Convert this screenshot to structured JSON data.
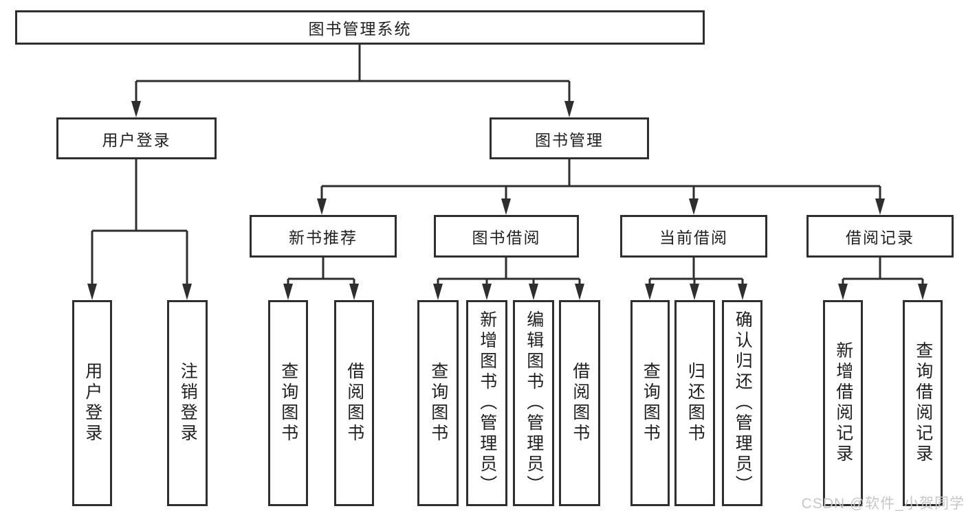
{
  "diagram": {
    "root": {
      "label": "图书管理系统"
    },
    "branches": [
      {
        "label": "用户登录",
        "children": [
          "用户登录",
          "注销登录"
        ]
      },
      {
        "label": "图书管理",
        "children": [
          {
            "label": "新书推荐",
            "children": [
              "查询图书",
              "借阅图书"
            ]
          },
          {
            "label": "图书借阅",
            "children": [
              "查询图书",
              "新增图书（管理员）",
              "编辑图书（管理员）",
              "借阅图书"
            ]
          },
          {
            "label": "当前借阅",
            "children": [
              "查询图书",
              "归还图书",
              "确认归还（管理员）"
            ]
          },
          {
            "label": "借阅记录",
            "children": [
              "新增借阅记录",
              "查询借阅记录"
            ]
          }
        ]
      }
    ]
  },
  "watermark": {
    "text": "CSDN @软件_小贺同学"
  },
  "colors": {
    "line": "#2e2e2e",
    "text": "#1f1f1f",
    "watermark": "#c6c6c6",
    "background": "#ffffff"
  }
}
